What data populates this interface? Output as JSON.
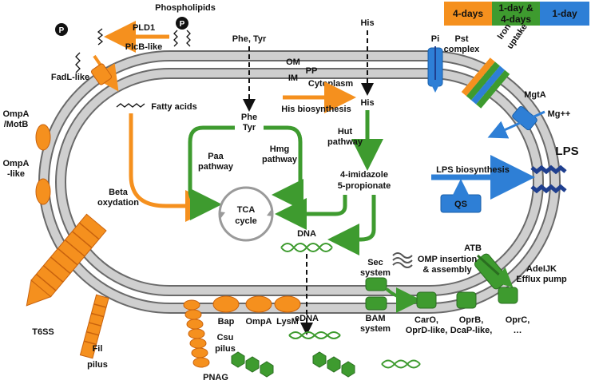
{
  "legend": {
    "four_days": {
      "label": "4-days",
      "color": "#f5901e"
    },
    "both": {
      "label_line1": "1-day &",
      "label_line2": "4-days",
      "color": "#3e9b2f"
    },
    "one_day": {
      "label": "1-day",
      "color": "#2e7fd6"
    }
  },
  "colors": {
    "membrane": "#c8c8c8",
    "membrane_edge": "#6a6a6a",
    "orange": "#f5901e",
    "green": "#3e9b2f",
    "blue": "#2e7fd6",
    "dark_blue": "#1f3f8f"
  },
  "labels": {
    "phospholipids": "Phospholipids",
    "pld1": "PLD1",
    "plcb": "PlcB-like",
    "p_marker": "P",
    "fadl": "FadL-like",
    "fatty_acids": "Fatty acids",
    "ompa_motb_1": "OmpA",
    "ompa_motb_2": "/MotB",
    "ompa_like_1": "OmpA",
    "ompa_like_2": "-like",
    "beta_1": "Beta",
    "beta_2": "oxydation",
    "phe_tyr_top": "Phe, Tyr",
    "om": "OM",
    "pp": "PP",
    "im": "IM",
    "cytoplasm": "Cytoplasm",
    "phe": "Phe",
    "tyr": "Tyr",
    "paa_1": "Paa",
    "paa_2": "pathway",
    "hmg_1": "Hmg",
    "hmg_2": "pathway",
    "tca_1": "TCA",
    "tca_2": "cycle",
    "his_top": "His",
    "his_biosynthesis": "His biosynthesis",
    "his_inner": "His",
    "hut_1": "Hut",
    "hut_2": "pathway",
    "imid_1": "4-imidazole",
    "imid_2": "5-propionate",
    "dna": "DNA",
    "edna": "eDNA",
    "pi": "Pi",
    "pst_1": "Pst",
    "pst_2": "complex",
    "iron_1": "Iron",
    "iron_2": "uptake",
    "mgta": "MgtA",
    "mg": "Mg++",
    "lps": "LPS",
    "lps_biosynthesis": "LPS biosynthesis",
    "qs": "QS",
    "atb": "ATB",
    "adeijk_1": "AdeIJK",
    "adeijk_2": "Efflux pump",
    "sec_1": "Sec",
    "sec_2": "system",
    "omp_ins_1": "OMP insertion",
    "omp_ins_2": "& assembly",
    "bam_1": "BAM",
    "bam_2": "system",
    "caro_1": "CarO,",
    "caro_2": "OprD-like,",
    "oprb_1": "OprB,",
    "oprb_2": "DcaP-like,",
    "oprc_1": "OprC,",
    "oprc_2": "…",
    "t6ss": "T6SS",
    "fil_1": "Fil",
    "fil_2": "pilus",
    "csu_1": "Csu",
    "csu_2": "pilus",
    "bap": "Bap",
    "ompa": "OmpA",
    "lysm": "LysM",
    "pnag": "PNAG"
  }
}
